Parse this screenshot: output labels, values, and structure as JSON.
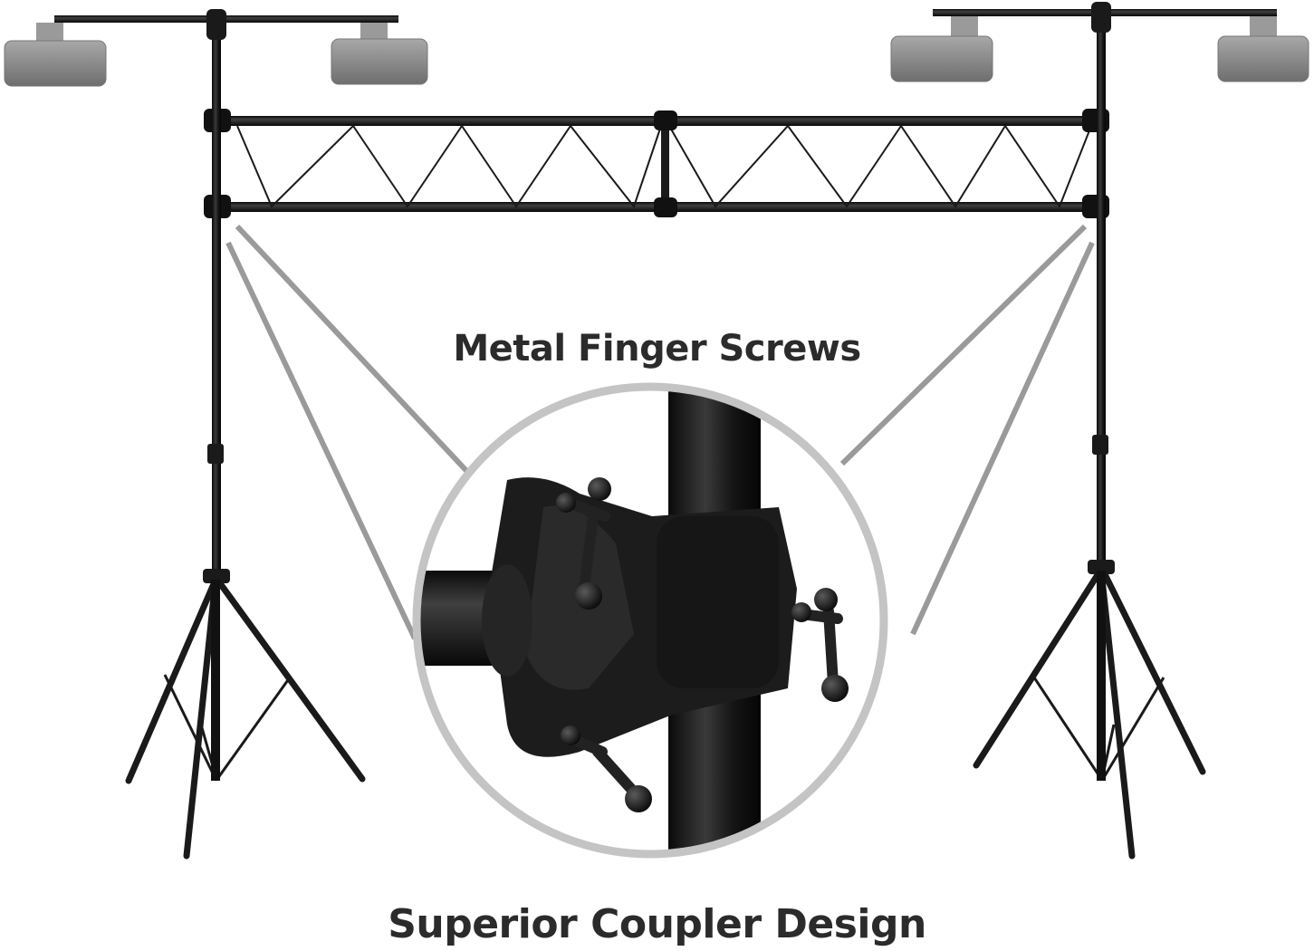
{
  "captions": {
    "top": "Metal Finger Screws",
    "bottom": "Superior Coupler Design"
  },
  "colors": {
    "background": "#ffffff",
    "metal": "#1a1a1a",
    "callout_lines": "#9a9a9a",
    "lights": "#8a8a8a",
    "text": "#2b2b2b"
  },
  "icons": {
    "lighting_stand": "lighting-truss-stand-illustration",
    "coupler_closeup": "coupler-closeup-illustration"
  }
}
